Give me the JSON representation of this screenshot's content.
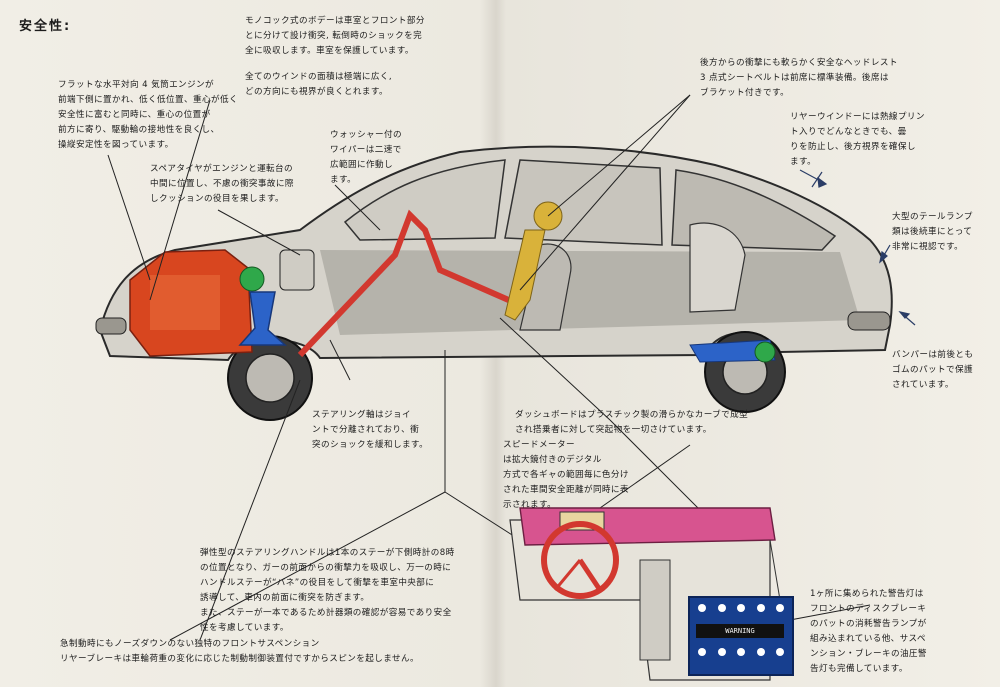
{
  "left_page": {
    "section_title": "安全性:",
    "body_desc": "モノコック式のボデーは車室とフロント部分\nとに分けて設け衝突, 転倒時のショックを完\n全に吸収します。車室を保護しています。",
    "windows_desc": "全てのウインドの面積は極端に広く,\nどの方向にも視界が良くとれます。",
    "engine_desc": "フラットな水平対向 4 気筒エンジンが\n前端下側に置かれ、低く低位置、重心が低く\n安全性に富むと同時に、重心の位置が\n前方に寄り、駆動輪の接地性を良くし、\n操縦安定性を図っています。",
    "spare_desc": "スペアタイヤがエンジンと運転台の\n中間に位置し、不慮の衝突事故に際\nしクッションの役目を果します。",
    "washer_desc": "ウォッシャー付の\nワイパーは二速で\n広範囲に作動し\nます。",
    "steering_desc": "ステアリング軸はジョイ\nントで分離されており、衝\n突のショックを緩和します。",
    "handle_desc": "弾性型のステアリングハンドルは1本のステーが下側時計の8時\nの位置となり、ガーの前面からの衝撃力を吸収し、万一の時に\nハンドルステーが“バネ”の役目をして衝撃を車室中央部に\n誘導して、車内の前面に衝突を防ぎます。\nまた、ステーが一本であるため計器類の確認が容易であり安全\n性を考慮しています。",
    "suspension_desc": "急制動時にもノーズダウンのない独特のフロントサスペンション\nリヤーブレーキは車輪荷重の変化に応じた制動制御装置付ですからスピンを起しません。"
  },
  "right_page": {
    "headrest_desc": "後方からの衝撃にも軟らかく安全なヘッドレスト\n3 点式シートベルトは前席に標準装備。後席は\nブラケット付きです。",
    "rear_window_desc": "リヤーウインドーには熱線プリン\nト入りでどんなときでも、曇\nりを防止し、後方視界を確保し\nます。",
    "taillamp_desc": "大型のテールランプ\n類は後続車にとって\n非常に視認です。",
    "bumper_desc": "バンパーは前後とも\nゴムのパットで保護\nされています。",
    "dashboard_desc": "ダッシュボードはプラスチック製の滑らかなカーブで成型\nされ搭乗者に対して突起物を一切さけています。",
    "speedometer_desc": "スピードメーター\nは拡大鏡付きのデジタル\n方式で各ギャの範囲毎に色分け\nされた車間安全距離が同時に表\n示されます。",
    "warning_desc": "1ヶ所に集められた警告灯は\nフロントのディスクブレーキ\nのパットの消耗警告ランプが\n組み込まれている他、サスペ\nンション・ブレーキの油圧警\n告灯も完備しています。",
    "warning_panel_label": "WARNING"
  },
  "colors": {
    "engine": "#d8461f",
    "spare_green": "#2fa84a",
    "suspension_blue": "#2c63c8",
    "steering_red": "#d2382f",
    "headrest_yellow": "#d9b23a",
    "dashboard_pink": "#d7548f"
  }
}
